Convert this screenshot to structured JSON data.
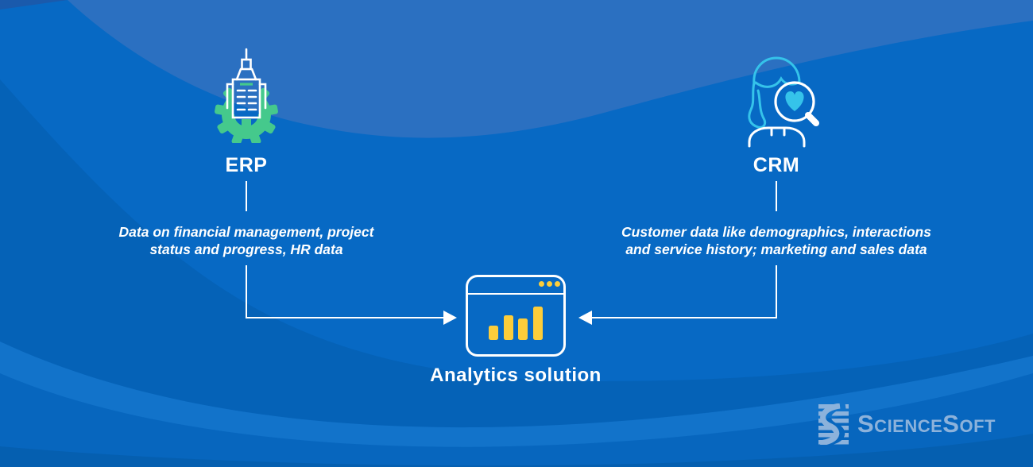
{
  "palette": {
    "base": "#0769C4",
    "wave_top": "#2B70C1",
    "wave_mid_dark": "#0562B7",
    "wave_crest": "#1273CA",
    "wave_lower": "#0766BE",
    "wave_bottom": "#055FB0",
    "navy_sliver": "#1A5AAC",
    "white": "#FFFFFF",
    "green": "#45C98C",
    "cyan": "#35C3EA",
    "yellow": "#FCCD3A",
    "logo_blue": "#8CB2DB"
  },
  "nodes": {
    "erp": {
      "label": "ERP",
      "icon": "building-gear-icon",
      "description": [
        "Data on financial management, project",
        "status and progress, HR data"
      ]
    },
    "crm": {
      "label": "CRM",
      "icon": "woman-magnifier-heart-icon",
      "description": [
        "Customer data like demographics, interactions",
        "and service history; marketing and sales data"
      ]
    },
    "analytics": {
      "label": "Analytics solution",
      "icon": "browser-bar-chart-icon"
    }
  },
  "connectors": {
    "erp_to_analytics": "arrow-right",
    "crm_to_analytics": "arrow-left"
  },
  "branding": {
    "logo_text": "ScienceSoft",
    "logo_mark": "sciencesoft-s-stripes-icon"
  }
}
